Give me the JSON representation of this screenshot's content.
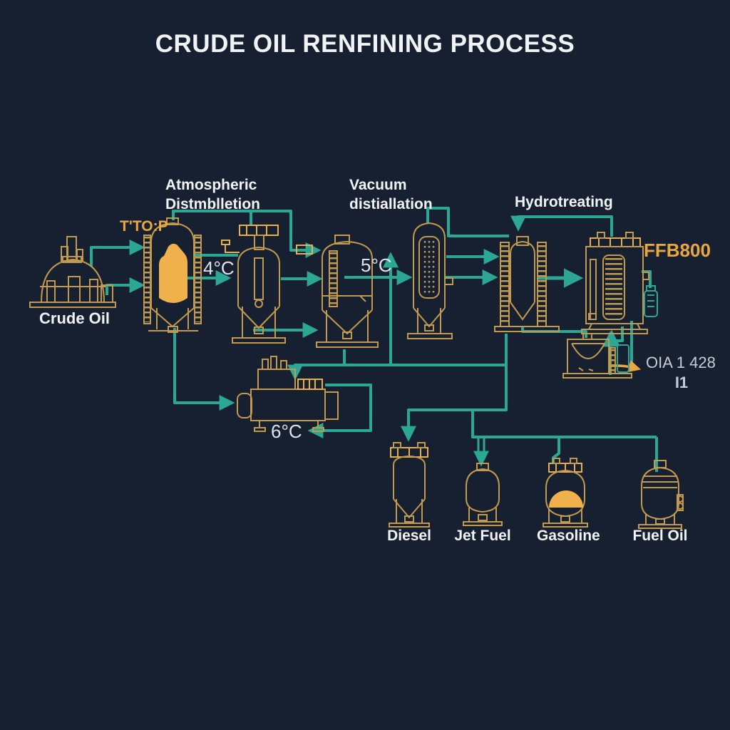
{
  "title": "CRUDE OIL RENFINING PROCESS",
  "colors": {
    "background": "#172030",
    "pipe_teal": "#2BA795",
    "equipment_gold": "#C29A4D",
    "accent_amber": "#E9A83F",
    "fill_amber": "#F0B14C",
    "text_primary": "#F1F3F5",
    "text_muted": "#C7CCD3"
  },
  "source": {
    "label": "Crude Oil"
  },
  "units": [
    {
      "id": "atmospheric-distillation",
      "line1": "Atmospheric",
      "line2": "Distmblletion"
    },
    {
      "id": "vacuum-distillation",
      "line1": "Vacuum",
      "line2": "distiallation"
    },
    {
      "id": "hydrotreating",
      "line1": "Hydrotreating",
      "line2": ""
    }
  ],
  "annotations": {
    "feed_code": "T'TO:P",
    "unit_code": "FFB800",
    "output_code_line1": "OIA 1 428",
    "output_code_line2": "I1",
    "temp_atmospheric": "4°C",
    "temp_vacuum": "5°C",
    "temp_exchanger": "6°C"
  },
  "products": [
    {
      "id": "diesel-tank",
      "label": "Diesel"
    },
    {
      "id": "jet-fuel-tank",
      "label": "Jet Fuel"
    },
    {
      "id": "gasoline-tank",
      "label": "Gasoline"
    },
    {
      "id": "fuel-oil-tank",
      "label": "Fuel Oil"
    }
  ],
  "equipment_icons": [
    "crude-oil-furnace-icon",
    "atmospheric-column-icon",
    "stripper-column-icon",
    "fractionator-column-icon",
    "vacuum-column-icon",
    "hydrotreater-icon",
    "reactor-icon",
    "heat-exchanger-icon",
    "separator-drum-icon",
    "diesel-tank-icon",
    "jet-fuel-tank-icon",
    "gasoline-tank-icon",
    "fuel-oil-tank-icon"
  ]
}
